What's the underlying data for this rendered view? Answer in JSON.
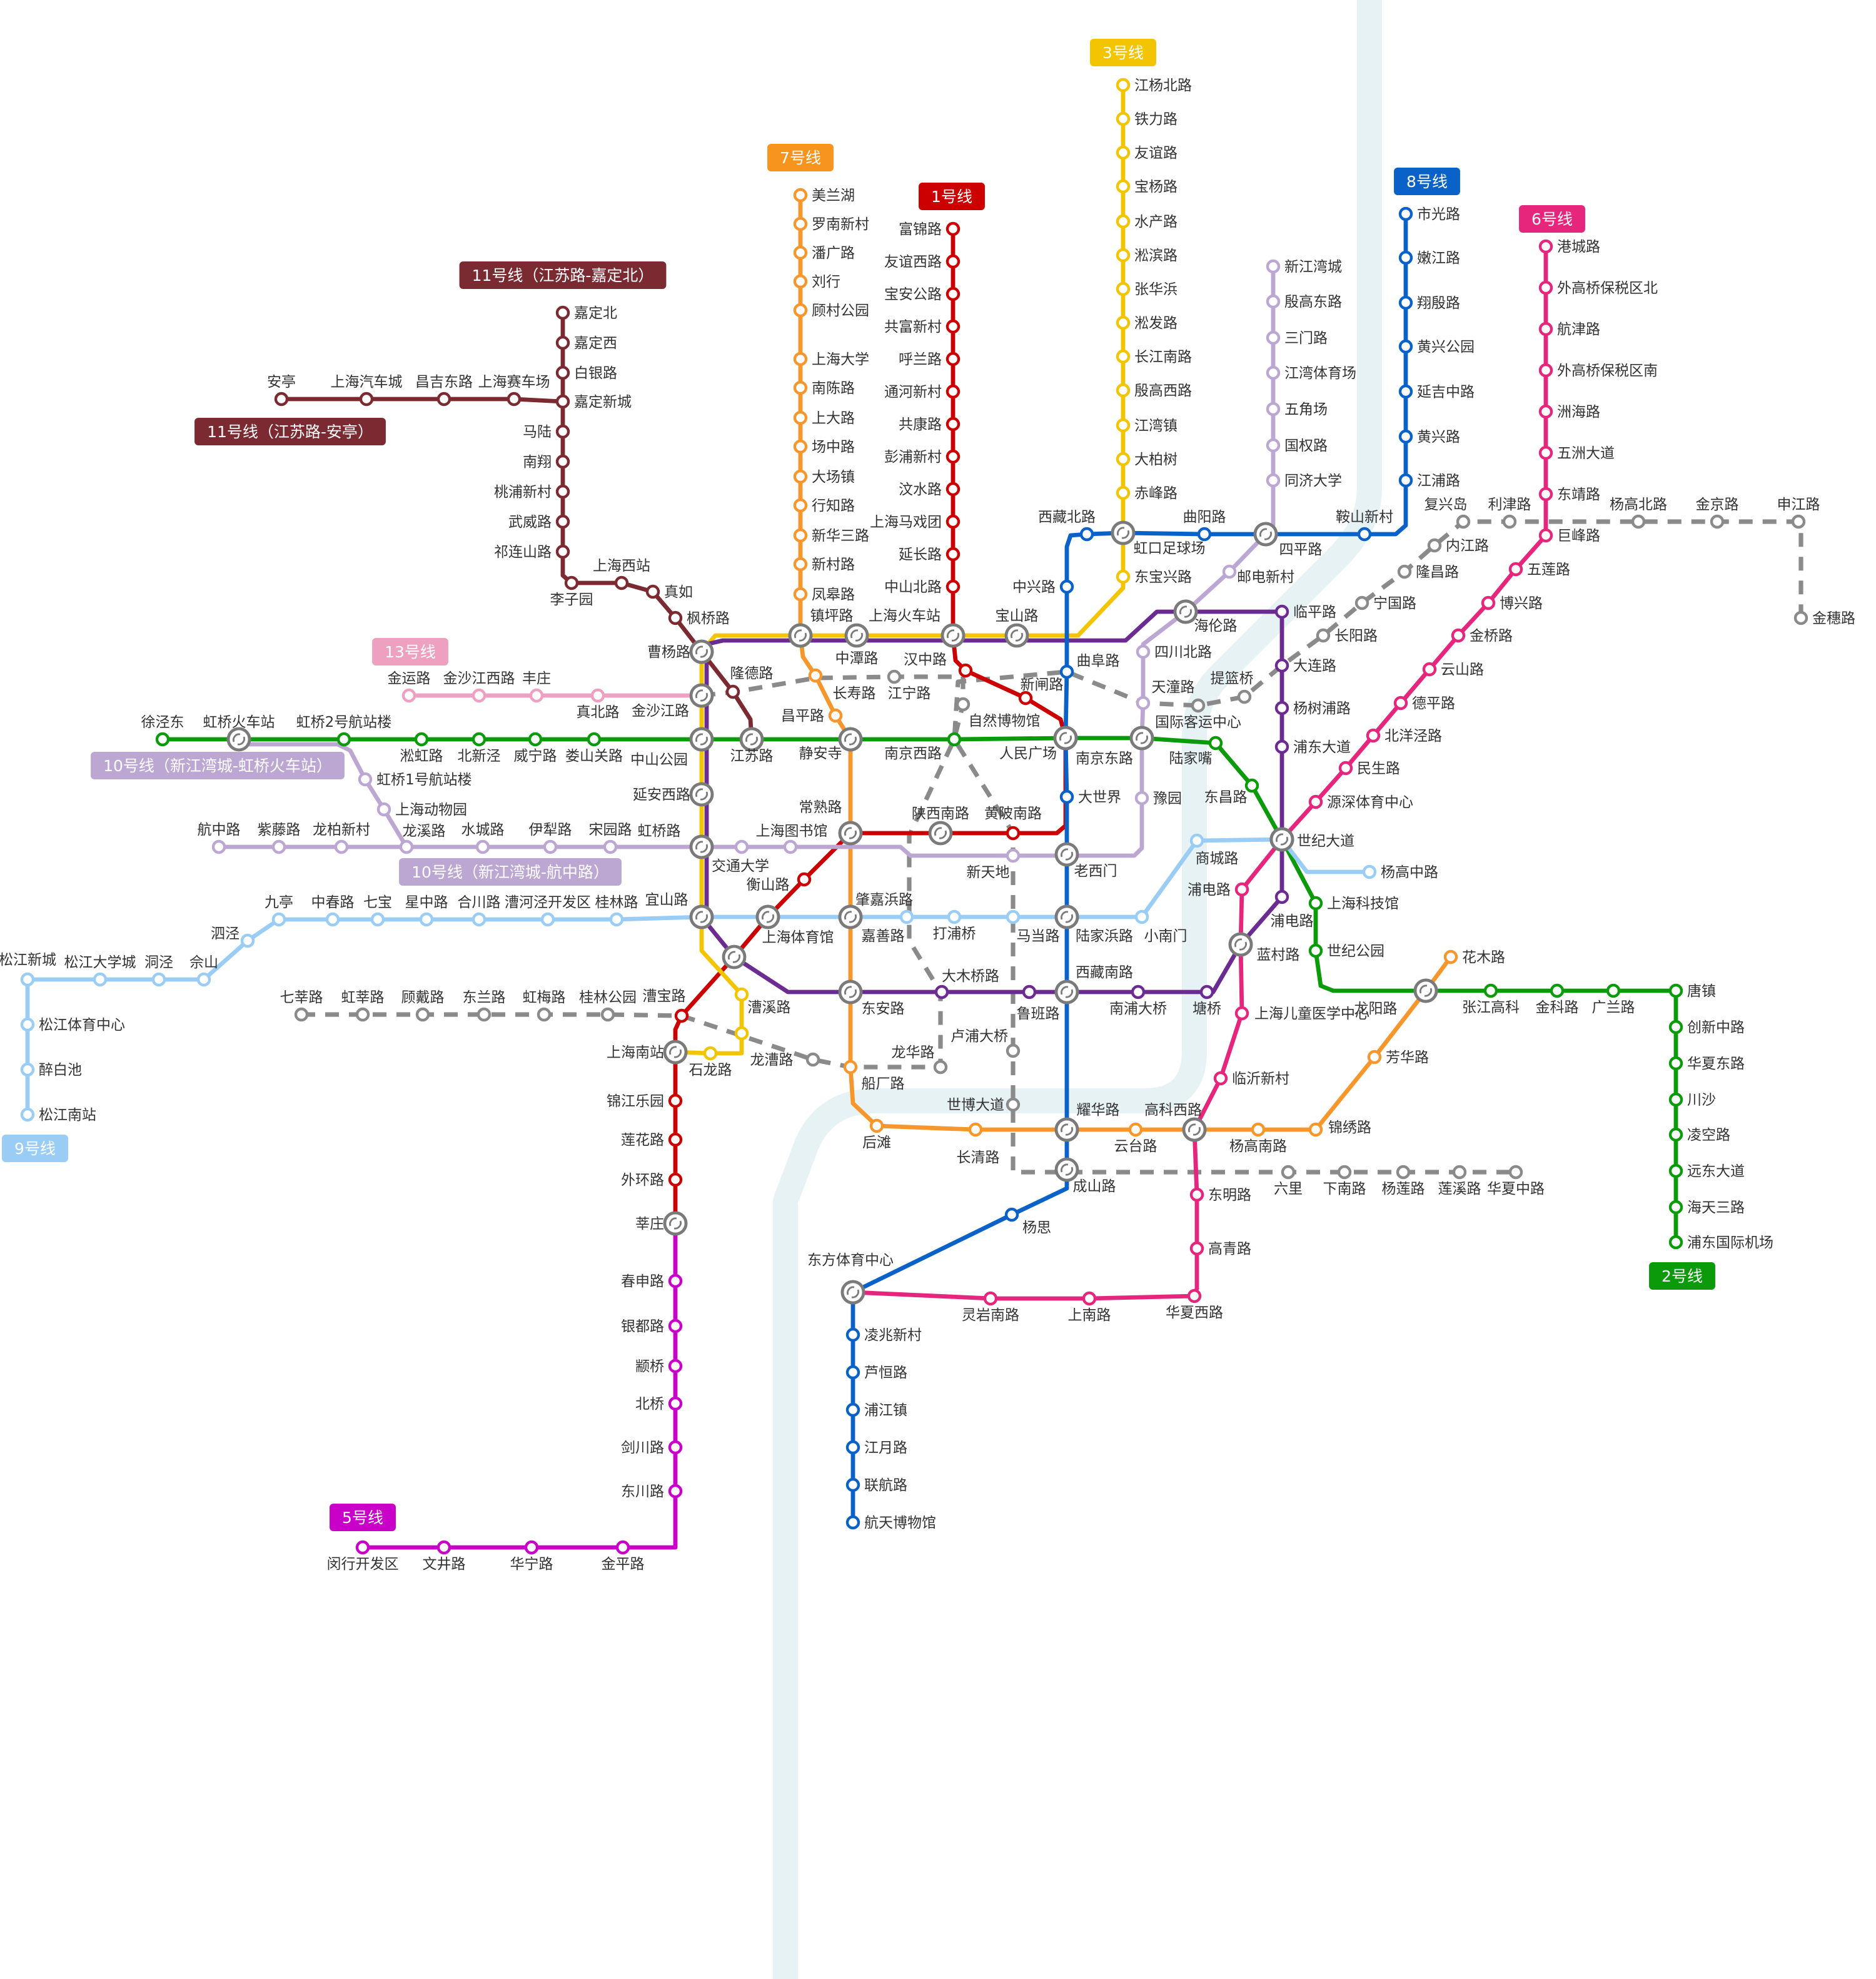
{
  "colors": {
    "river": "#e7f2f5",
    "construction": "#8a8a8a",
    "interchange": "#7a7a7a"
  },
  "line_badges": [
    {
      "label": "3号线",
      "color": "#f2c500"
    },
    {
      "label": "7号线",
      "color": "#f7941d"
    },
    {
      "label": "1号线",
      "color": "#cc0000"
    },
    {
      "label": "8号线",
      "color": "#0a62c9"
    },
    {
      "label": "6号线",
      "color": "#e6267d"
    },
    {
      "label": "11号线（江苏路-嘉定北）",
      "color": "#7a2a30"
    },
    {
      "label": "11号线（江苏路-安亭）",
      "color": "#7a2a30"
    },
    {
      "label": "13号线",
      "color": "#eea0c0"
    },
    {
      "label": "10号线（新江湾城-虹桥火车站）",
      "color": "#bca7d3"
    },
    {
      "label": "10号线（新江湾城-航中路）",
      "color": "#bca7d3"
    },
    {
      "label": "9号线",
      "color": "#9acdf5"
    },
    {
      "label": "5号线",
      "color": "#c800c8"
    },
    {
      "label": "2号线",
      "color": "#0a9a0a"
    }
  ],
  "lines": [
    {
      "id": "1",
      "color": "#cc0000",
      "stations": [
        "富锦路",
        "友谊西路",
        "宝安公路",
        "共富新村",
        "呼兰路",
        "通河新村",
        "共康路",
        "彭浦新村",
        "汶水路",
        "上海马戏团",
        "延长路",
        "中山北路",
        "上海火车站",
        "汉中路",
        "新闸路",
        "人民广场",
        "黄陂南路",
        "陕西南路",
        "常熟路",
        "衡山路",
        "上海体育馆",
        "漕宝路",
        "上海南站",
        "锦江乐园",
        "莲花路",
        "外环路",
        "莘庄"
      ]
    },
    {
      "id": "2",
      "color": "#0a9a0a",
      "stations": [
        "徐泾东",
        "虹桥火车站",
        "虹桥2号航站楼",
        "淞虹路",
        "北新泾",
        "威宁路",
        "娄山关路",
        "中山公园",
        "江苏路",
        "静安寺",
        "南京西路",
        "南京东路",
        "陆家嘴",
        "东昌路",
        "上海科技馆",
        "世纪公园",
        "龙阳路",
        "张江高科",
        "金科路",
        "广兰路",
        "唐镇",
        "创新中路",
        "华夏东路",
        "川沙",
        "凌空路",
        "远东大道",
        "海天三路",
        "浦东国际机场"
      ]
    },
    {
      "id": "3",
      "color": "#f2c500",
      "stations": [
        "江杨北路",
        "铁力路",
        "友谊路",
        "宝杨路",
        "水产路",
        "淞滨路",
        "张华浜",
        "淞发路",
        "长江南路",
        "殷高西路",
        "江湾镇",
        "大柏树",
        "赤峰路",
        "虹口足球场",
        "东宝兴路",
        "宝山路",
        "中潭路",
        "镇坪路",
        "曹杨路",
        "金沙江路",
        "延安西路",
        "虹桥路",
        "宜山路",
        "漕溪路",
        "龙漕路",
        "石龙路"
      ]
    },
    {
      "id": "4",
      "color": "#6c2b91",
      "stations": [
        "海伦路",
        "临平路",
        "大连路",
        "杨树浦路",
        "浦东大道",
        "世纪大道",
        "浦电路",
        "蓝村路",
        "塘桥",
        "南浦大桥",
        "西藏南路",
        "鲁班路",
        "大木桥路",
        "东安路"
      ]
    },
    {
      "id": "5",
      "color": "#c800c8",
      "stations": [
        "春申路",
        "银都路",
        "颛桥",
        "北桥",
        "剑川路",
        "东川路",
        "金平路",
        "华宁路",
        "文井路",
        "闵行开发区"
      ]
    },
    {
      "id": "6",
      "color": "#e6267d",
      "stations": [
        "港城路",
        "外高桥保税区北",
        "航津路",
        "外高桥保税区南",
        "洲海路",
        "五洲大道",
        "东靖路",
        "巨峰路",
        "五莲路",
        "博兴路",
        "金桥路",
        "云山路",
        "德平路",
        "北洋泾路",
        "民生路",
        "源深体育中心",
        "浦电路",
        "上海儿童医学中心",
        "临沂新村",
        "高科西路",
        "东明路",
        "高青路",
        "华夏西路",
        "上南路",
        "灵岩南路"
      ]
    },
    {
      "id": "7",
      "color": "#f7962b",
      "stations": [
        "美兰湖",
        "罗南新村",
        "潘广路",
        "刘行",
        "顾村公园",
        "上海大学",
        "南陈路",
        "上大路",
        "场中路",
        "大场镇",
        "行知路",
        "新华三路",
        "新村路",
        "凤皋路",
        "长寿路",
        "昌平路",
        "船厂路",
        "后滩",
        "长清路",
        "耀华路",
        "云台路",
        "杨高南路",
        "锦绣路",
        "芳华路",
        "花木路"
      ]
    },
    {
      "id": "8",
      "color": "#0a62c9",
      "stations": [
        "市光路",
        "嫩江路",
        "翔殷路",
        "黄兴公园",
        "延吉中路",
        "黄兴路",
        "江浦路",
        "鞍山新村",
        "四平路",
        "曲阳路",
        "西藏北路",
        "中兴路",
        "曲阜路",
        "大世界",
        "老西门",
        "成山路",
        "杨思",
        "东方体育中心",
        "凌兆新村",
        "芦恒路",
        "浦江镇",
        "江月路",
        "联航路",
        "航天博物馆"
      ]
    },
    {
      "id": "9",
      "color": "#9acdf5",
      "stations": [
        "松江南站",
        "醉白池",
        "松江体育中心",
        "松江新城",
        "松江大学城",
        "洞泾",
        "佘山",
        "泗泾",
        "九亭",
        "中春路",
        "七宝",
        "星中路",
        "合川路",
        "漕河泾开发区",
        "桂林路",
        "肇嘉浜路",
        "嘉善路",
        "打浦桥",
        "马当路",
        "陆家浜路",
        "小南门",
        "商城路",
        "杨高中路"
      ]
    },
    {
      "id": "10",
      "color": "#bca7d3",
      "stations": [
        "新江湾城",
        "殷高东路",
        "三门路",
        "江湾体育场",
        "五角场",
        "国权路",
        "同济大学",
        "邮电新村",
        "四川北路",
        "天潼路",
        "豫园",
        "新天地",
        "上海图书馆",
        "交通大学",
        "宋园路",
        "伊犁路",
        "水城路",
        "龙溪路",
        "上海动物园",
        "虹桥1号航站楼"
      ]
    },
    {
      "id": "10-branch",
      "color": "#bca7d3",
      "stations": [
        "龙柏新村",
        "紫藤路",
        "航中路"
      ]
    },
    {
      "id": "11",
      "color": "#7a2a30",
      "stations": [
        "嘉定北",
        "嘉定西",
        "白银路",
        "嘉定新城",
        "马陆",
        "南翔",
        "桃浦新村",
        "武威路",
        "祁连山路",
        "李子园",
        "上海西站",
        "真如",
        "枫桥路",
        "隆德路"
      ]
    },
    {
      "id": "11-branch",
      "color": "#7a2a30",
      "stations": [
        "安亭",
        "上海汽车城",
        "昌吉东路",
        "上海赛车场"
      ]
    },
    {
      "id": "13",
      "color": "#eea0c0",
      "stations": [
        "金运路",
        "金沙江西路",
        "丰庄",
        "真北路"
      ]
    },
    {
      "id": "construction-a",
      "color": "#8a8a8a",
      "dashed": true,
      "stations": [
        "七莘路",
        "虹莘路",
        "顾戴路",
        "东兰路",
        "虹梅路",
        "桂林公园",
        "龙华路",
        "国际客运中心",
        "提篮桥",
        "长阳路",
        "宁国路",
        "隆昌路",
        "内江路",
        "复兴岛",
        "利津路",
        "杨高北路",
        "金京路",
        "申江路",
        "金穗路"
      ]
    },
    {
      "id": "construction-b",
      "color": "#8a8a8a",
      "dashed": true,
      "stations": [
        "江宁路",
        "自然博物馆",
        "卢浦大桥",
        "世博大道",
        "六里",
        "下南路",
        "杨莲路",
        "莲溪路",
        "华夏中路"
      ]
    }
  ]
}
